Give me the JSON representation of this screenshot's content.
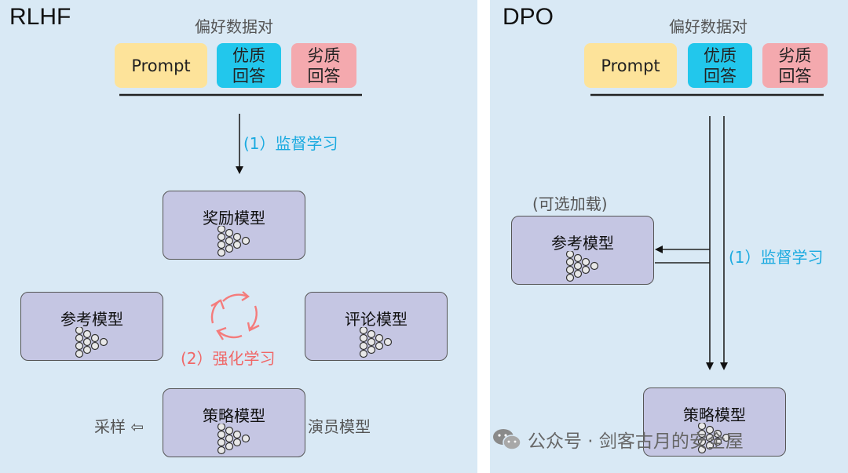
{
  "rlhf": {
    "title": "RLHF",
    "pair_label": "偏好数据对",
    "prompt": "Prompt",
    "good": "优质\n回答",
    "bad": "劣质\n回答",
    "step1": "(1）监督学习",
    "reward_model": "奖励模型",
    "reference_model": "参考模型",
    "critic_model": "评论模型",
    "step2": "(2）强化学习",
    "policy_model": "策略模型",
    "sampling": "采样 ⇦",
    "actor_model": "演员模型"
  },
  "dpo": {
    "title": "DPO",
    "pair_label": "偏好数据对",
    "prompt": "Prompt",
    "good": "优质\n回答",
    "bad": "劣质\n回答",
    "optional": "(可选加载)",
    "reference_model": "参考模型",
    "step1": "(1）监督学习",
    "policy_model": "策略模型"
  },
  "watermark": "公众号 · 剑客古月的安全屋",
  "colors": {
    "panel_bg": "#d9e9f5",
    "prompt": "#fde39a",
    "good": "#22c7ec",
    "bad": "#f4a9ae",
    "model_bg": "#c5c6e3",
    "supervised": "#1aaae0",
    "reinforcement": "#f06767"
  }
}
